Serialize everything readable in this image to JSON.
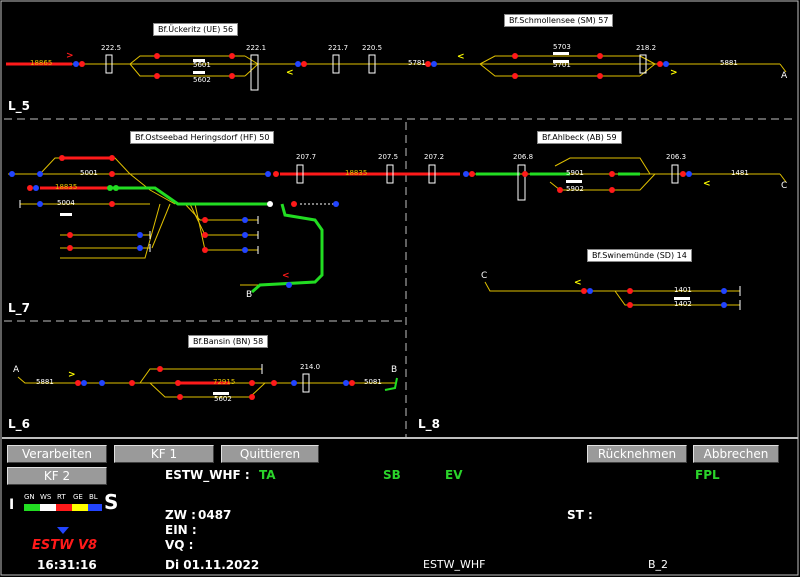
{
  "stations": {
    "ue": "Bf.Ückeritz (UE) 56",
    "sm": "Bf.Schmollensee (SM) 57",
    "hf": "Bf.Ostseebad Heringsdorf (HF) 50",
    "ab": "Bf.Ahlbeck (AB) 59",
    "sd": "Bf.Swinemünde (SD) 14",
    "bn": "Bf.Bansin (BN) 58"
  },
  "sections": {
    "l5": "L_5",
    "l7": "L_7",
    "l6": "L_6",
    "l8": "L_8"
  },
  "track_labels": {
    "t18865": "18865",
    "k2225": "222.5",
    "k2221": "222.1",
    "t5601": "5601",
    "t5602": "5602",
    "k2217": "221.7",
    "k2205": "220.5",
    "t5781": "5781",
    "t5703": "5703",
    "t5701": "5701",
    "k2182": "218.2",
    "t5881a": "5881",
    "A1": "A",
    "t5001": "5001",
    "t18835a": "18835",
    "t5004": "5004",
    "k2077": "207.7",
    "k2075": "207.5",
    "t18835b": "18835",
    "k2072": "207.2",
    "k2068": "206.8",
    "t5901": "5901",
    "t5902": "5902",
    "k2063": "206.3",
    "t1481": "1481",
    "C1": "C",
    "B1": "B",
    "C2": "C",
    "t1401": "1401",
    "t1402": "1402",
    "A2": "A",
    "t5881b": "5881",
    "t72915": "72915",
    "t5602b": "5602",
    "k2140": "214.0",
    "t5081": "5081",
    "B2": "B"
  },
  "buttons": {
    "verarbeiten": "Verarbeiten",
    "kf1": "KF 1",
    "quittieren": "Quittieren",
    "ruecknehmen": "Rücknehmen",
    "abbrechen": "Abbrechen",
    "kf2": "KF 2"
  },
  "status": {
    "estw_whf": "ESTW_WHF :",
    "ta": "TA",
    "sb": "SB",
    "ev": "EV",
    "fpl": "FPL",
    "zw_label": "ZW :",
    "zw_value": "0487",
    "ein_label": "EIN :",
    "vq_label": "VQ :",
    "st_label": "ST :",
    "date": "Di  01.11.2022",
    "station_code": "ESTW_WHF",
    "b2": "B_2",
    "time": "16:31:16"
  },
  "legend": {
    "i": "I",
    "s": "S",
    "gn": "GN",
    "ws": "WS",
    "rt": "RT",
    "ge": "GE",
    "bl": "BL",
    "logo": "ESTW V8"
  },
  "colors": {
    "track": "#e0c000",
    "occupied": "#ff1a1a",
    "route": "#22dd22",
    "signal_red": "#ff1a1a",
    "signal_blue": "#2244ff",
    "divider": "#bfbfbf",
    "button_bg": "#9a9a9a"
  }
}
